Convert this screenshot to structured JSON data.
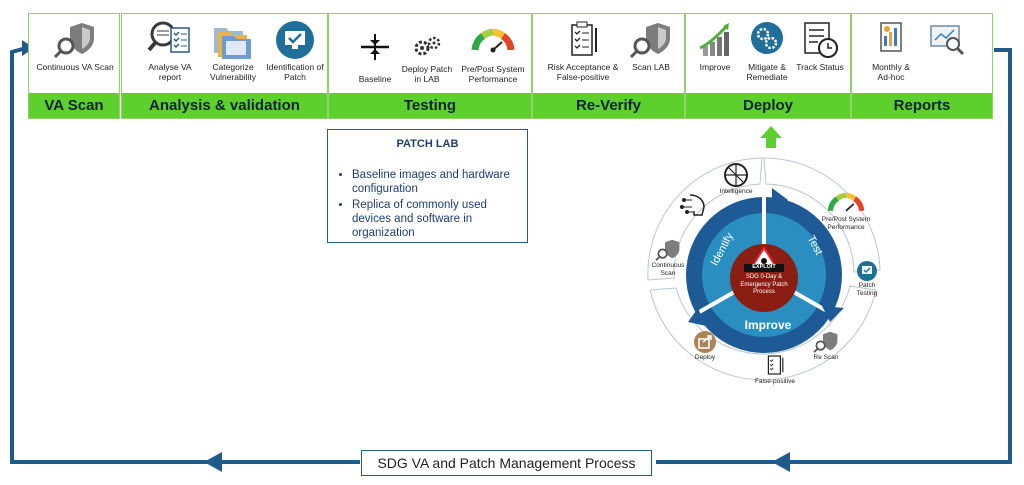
{
  "stages": [
    {
      "title": "VA Scan",
      "items": [
        "Continuous VA Scan"
      ],
      "icons": [
        "shield-search-icon"
      ]
    },
    {
      "title": "Analysis & validation",
      "items": [
        "Analyse VA report",
        "Categorize Vulnerability",
        "Identification of Patch"
      ],
      "icons": [
        "magnifier-checklist-icon",
        "folders-icon",
        "monitor-check-icon"
      ]
    },
    {
      "title": "Testing",
      "items": [
        "Baseline",
        "Deploy Patch in LAB",
        "Pre/Post System Performance"
      ],
      "icons": [
        "baseline-icon",
        "gears-icon",
        "gauge-icon"
      ]
    },
    {
      "title": "Re-Verify",
      "items": [
        "Risk Acceptance & False-positive",
        "Scan LAB"
      ],
      "icons": [
        "clipboard-icon",
        "shield-search-icon"
      ]
    },
    {
      "title": "Deploy",
      "items": [
        "Improve",
        "Mitigate & Remediate",
        "Track Status"
      ],
      "icons": [
        "growth-chart-icon",
        "gears-circle-icon",
        "status-clock-icon"
      ]
    },
    {
      "title": "Reports",
      "items": [
        "Monthly & Ad-hoc",
        ""
      ],
      "icons": [
        "report-icon",
        "analytics-icon"
      ]
    }
  ],
  "patch_lab": {
    "title": "PATCH LAB",
    "bullets": [
      "Baseline images and hardware configuration",
      "Replica of commonly used devices and software in organization"
    ]
  },
  "cycle": {
    "center_badge": "EXPLOIT",
    "center_text": "SDG 0-Day & Emergency Patch Process",
    "segments": [
      "Identify",
      "Test",
      "Improve"
    ],
    "outer_labels": [
      "Intelligence",
      "Pre/Post System Performance",
      "Patch Testing",
      "Re Scan",
      "False-positive",
      "Deploy",
      "Continuous Scan"
    ]
  },
  "bottom_title": "SDG VA and Patch Management Process",
  "colors": {
    "stage_bar": "#5ed02e",
    "flow_line": "#1f5a8a",
    "cycle_dark": "#1d5a96",
    "cycle_light": "#2a8fc0",
    "center": "#8b1e12"
  }
}
